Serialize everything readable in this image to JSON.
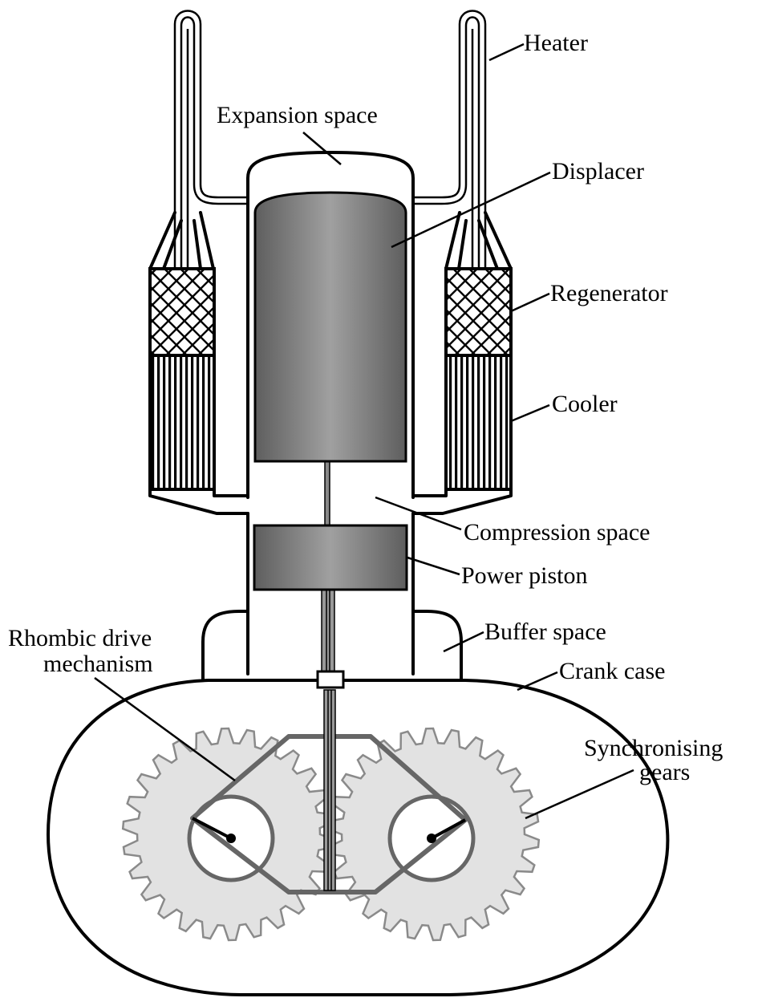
{
  "labels": {
    "heater": "Heater",
    "expansion_space": "Expansion space",
    "displacer": "Displacer",
    "regenerator": "Regenerator",
    "cooler": "Cooler",
    "compression_space": "Compression space",
    "power_piston": "Power piston",
    "buffer_space": "Buffer space",
    "crank_case": "Crank case",
    "rhombic_drive_line1": "Rhombic drive",
    "rhombic_drive_line2": "mechanism",
    "synchronising_gears_line1": "Synchronising",
    "synchronising_gears_line2": "gears"
  },
  "colors": {
    "outline": "#000000",
    "piston_dark": "#606060",
    "piston_light": "#9a9a9a",
    "gear_fill": "#e2e2e2",
    "gear_stroke": "#8a8a8a",
    "linkage": "#666666"
  }
}
